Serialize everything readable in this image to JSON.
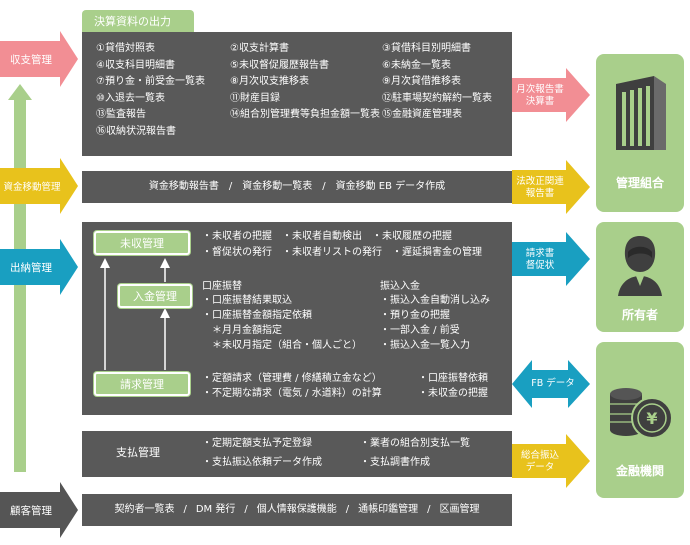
{
  "left_categories": {
    "income": "収支管理",
    "fund_transfer": "資金移動管理",
    "cash_management": "出納管理",
    "customer": "顧客管理"
  },
  "sections": {
    "financial_output": {
      "title": "決算資料の出力",
      "items": [
        "①貸借対照表",
        "②収支計算書",
        "③貸借科目別明細書",
        "④収支科目明細書",
        "⑤未収督促履歴報告書",
        "⑥未納金一覧表",
        "⑦預り金・前受金一覧表",
        "⑧月次収支推移表",
        "⑨月次貸借推移表",
        "⑩入退去一覧表",
        "⑪財産目録",
        "⑫駐車場契約解約一覧表",
        "⑬監査報告",
        "⑭組合別管理費等負担金額一覧表",
        "⑮金融資産管理表",
        "⑯収納状況報告書"
      ]
    },
    "fund_transfer_row": {
      "items": [
        "資金移動報告書",
        "/",
        "資金移動一覧表",
        "/",
        "資金移動 EB データ作成"
      ]
    },
    "cash": {
      "uncollected": {
        "label": "未収管理",
        "lines": [
          "・未収者の把握　・未収者自動検出　・未収履歴の把握",
          "・督促状の発行　・未収者リストの発行　・遅延損害金の管理"
        ]
      },
      "deposit": {
        "label": "入金管理",
        "col1_title": "口座振替",
        "col1_lines": [
          "・口座振替結果取込",
          "・口座振替金額指定依頼",
          "　＊月月金額指定",
          "　＊未収月指定（組合・個人ごと）"
        ],
        "col2_title": "振込入金",
        "col2_lines": [
          "・振込入金自動消し込み",
          "・預り金の把握",
          "・一部入金 / 前受",
          "・振込入金一覧入力"
        ]
      },
      "billing": {
        "label": "請求管理",
        "col1_lines": [
          "・定額請求（管理費 / 修繕積立金など）",
          "・不定期な請求（電気 / 水道料）の計算"
        ],
        "col2_lines": [
          "・口座振替依頼",
          "・未収金の把握"
        ]
      }
    },
    "payment": {
      "label": "支払管理",
      "col1_lines": [
        "・定期定額支払予定登録",
        "・支払振込依頼データ作成"
      ],
      "col2_lines": [
        "・業者の組合別支払一覧",
        "・支払調書作成"
      ]
    },
    "customer_row": {
      "items": [
        "契約者一覧表",
        "/",
        "DM 発行",
        "/",
        "個人情報保護機能",
        "/",
        "通帳印鑑管理",
        "/",
        "区画管理"
      ]
    }
  },
  "flow_labels": {
    "monthly_report": [
      "月次報告書",
      "決算書"
    ],
    "legal_report": [
      "法改正関連",
      "報告書"
    ],
    "invoice": [
      "請求書",
      "督促状"
    ],
    "fb_data": "FB データ",
    "bulk_transfer": [
      "総合振込",
      "データ"
    ]
  },
  "entities": {
    "association": "管理組合",
    "owner": "所有者",
    "bank": "金融機関"
  },
  "colors": {
    "panel": "#595959",
    "green": "#a9cf8b",
    "pink": "#f28e94",
    "yellow": "#e8c21c",
    "teal": "#199fc1",
    "dark": "#555555",
    "icon_dark": "#3f3f3f"
  },
  "icons": [
    "building-icon",
    "person-icon",
    "coins-icon"
  ]
}
